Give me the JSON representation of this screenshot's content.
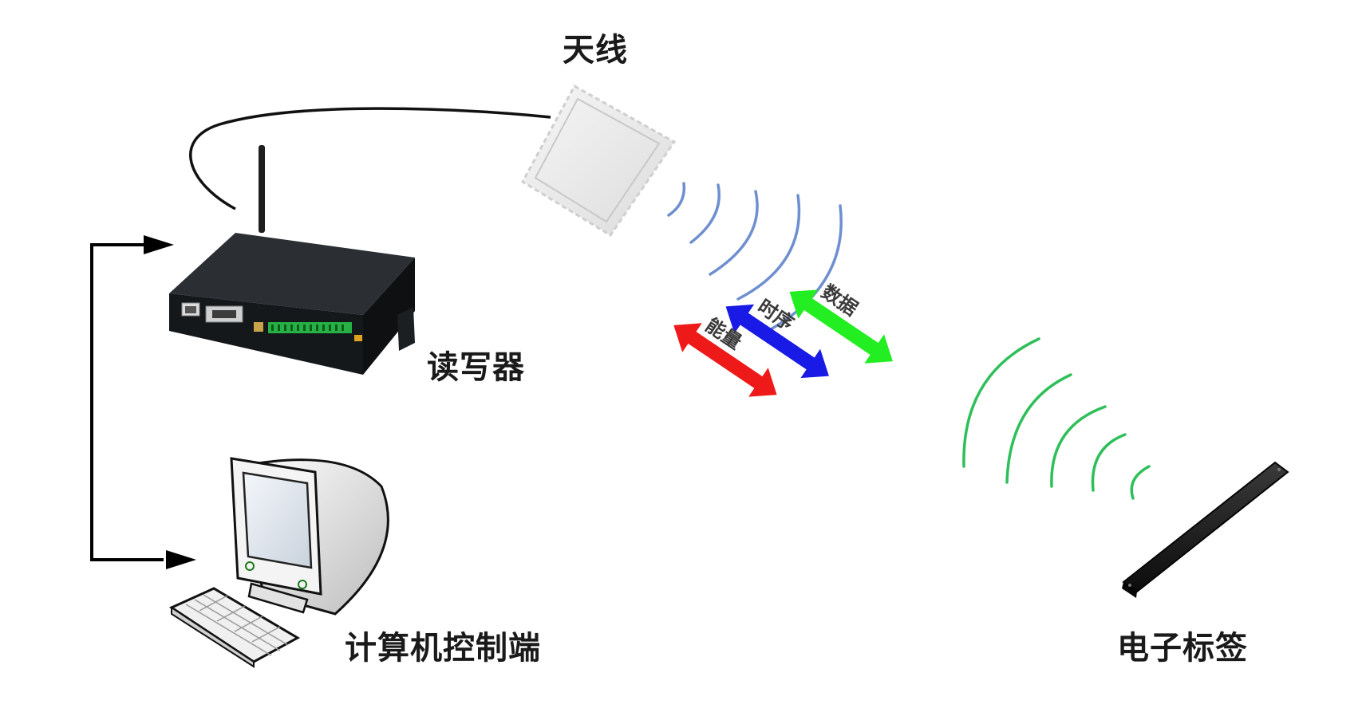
{
  "labels": {
    "antenna": "天线",
    "reader": "读写器",
    "computer": "计算机控制端",
    "tag": "电子标签"
  },
  "arrows": {
    "data": "数据",
    "timing": "时序",
    "energy": "能量"
  },
  "colors": {
    "data_arrow": "#22ee22",
    "timing_arrow": "#1a1ae6",
    "energy_arrow": "#ee1a1a",
    "antenna_waves": "#6f8fd0",
    "tag_waves": "#2fbf5a"
  }
}
